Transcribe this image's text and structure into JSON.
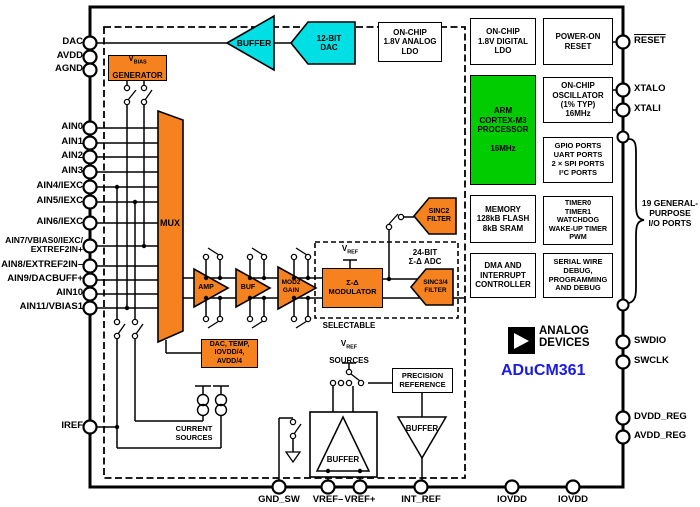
{
  "colors": {
    "orange": "#F5821F",
    "cyan": "#00E0E4",
    "green": "#00CC00",
    "bluepart": "#1A1AE6",
    "line": "#000000",
    "background": "#FFFFFF"
  },
  "pins": {
    "left": [
      "DAC",
      "AVDD",
      "AGND",
      "AIN0",
      "AIN1",
      "AIN2",
      "AIN3",
      "AIN4/IEXC",
      "AIN5/IEXC",
      "AIN6/IEXC",
      "AIN7/VBIAS0/IEXC/\nEXTREF2IN+",
      "AIN8/EXTREF2IN–",
      "AIN9/DACBUFF+",
      "AIN10",
      "AIN11/VBIAS1",
      "IREF"
    ],
    "right": [
      "RESET",
      "XTALO",
      "XTALI",
      "SWDIO",
      "SWCLK",
      "DVDD_REG",
      "AVDD_REG"
    ],
    "bottom": [
      "GND_SW",
      "VREF–",
      "VREF+",
      "INT_REF",
      "IOVDD",
      "IOVDD"
    ]
  },
  "blocks": {
    "vbias": {
      "v": "V",
      "sub": "BIAS",
      "line2": "GENERATOR"
    },
    "buffer_dac": "BUFFER",
    "dac12": "12-BIT\nDAC",
    "analog_ldo": "ON-CHIP\n1.8V ANALOG\nLDO",
    "digital_ldo": "ON-CHIP\n1.8V DIGITAL\nLDO",
    "por": "POWER-ON\nRESET",
    "arm": "ARM\nCORTEX-M3\nPROCESSOR\n\n16MHz",
    "osc": "ON-CHIP\nOSCILLATOR\n(1% TYP)\n16MHz",
    "gpio": "GPIO PORTS\nUART PORTS\n2 × SPI PORTS\nI²C PORTS",
    "memory": "MEMORY\n128kB FLASH\n8kB SRAM",
    "timers": "TIMER0\nTIMER1\nWATCHDOG\nWAKE-UP TIMER\nPWM",
    "dma": "DMA AND\nINTERRUPT\nCONTROLLER",
    "swd": "SERIAL WIRE\nDEBUG,\nPROGRAMMING\nAND DEBUG",
    "mux": "MUX",
    "amp": "AMP",
    "buf": "BUF",
    "mod2": "MOD2\nGAIN",
    "modulator": "Σ-Δ\nMODULATOR",
    "sinc2": "SINC2\nFILTER",
    "sinc34": "SINC3/4\nFILTER",
    "adc": "24-BIT\nΣ-Δ ADC",
    "vref": {
      "v": "V",
      "sub": "REF"
    },
    "dactemp": "DAC, TEMP,\nIOVDD/4,\nAVDD/4",
    "selectable": {
      "line1": "SELECTABLE",
      "v": "V",
      "sub": "REF",
      "line3": "SOURCES"
    },
    "current": "CURRENT\nSOURCES",
    "precision": "PRECISION\nREFERENCE",
    "buffer_vref": "BUFFER",
    "buffer_int": "BUFFER",
    "gpio19": "19 GENERAL-\nPURPOSE\nI/O PORTS",
    "logo": "ANALOG\nDEVICES",
    "part": "ADuCM361"
  }
}
